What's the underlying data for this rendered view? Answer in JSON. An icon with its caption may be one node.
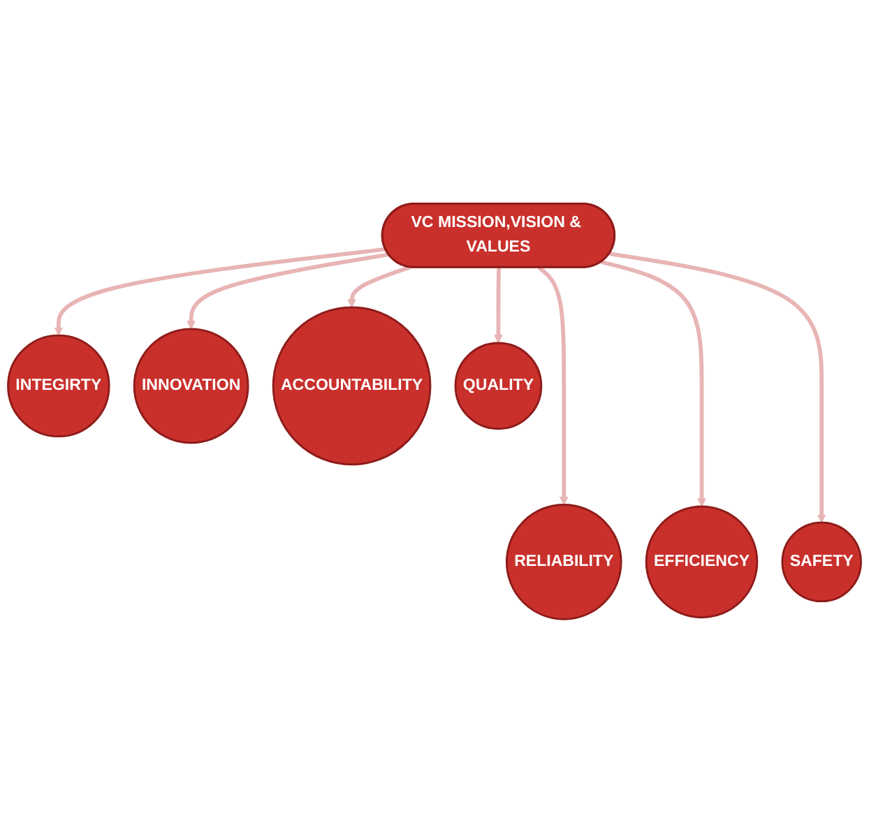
{
  "diagram": {
    "nodes": [
      {
        "text": [
          "INTEGIRTY"
        ]
      },
      {
        "text": [
          "INNOVATION"
        ]
      },
      {
        "text": [
          "ACCOUNTABILITY"
        ]
      },
      {
        "text": [
          "VC MISSION,VISION & VALUES"
        ]
      },
      {
        "text": [
          "SAFETY"
        ]
      },
      {
        "text": [
          "RELIABILITY"
        ]
      },
      {
        "text": [
          "QUALITY"
        ]
      },
      {
        "text": [
          "EFFICIENCY"
        ]
      }
    ],
    "edges": [
      {
        "from": 3,
        "to": 0,
        "arrow": "to"
      },
      {
        "from": 3,
        "to": 2,
        "arrow": "to"
      },
      {
        "from": 3,
        "to": 5,
        "arrow": "to"
      },
      {
        "from": 3,
        "to": 7,
        "arrow": "to"
      },
      {
        "from": 3,
        "to": 6,
        "arrow": "to"
      },
      {
        "from": 3,
        "to": 4,
        "arrow": "to"
      },
      {
        "from": 3,
        "to": 1,
        "arrow": "to"
      }
    ]
  }
}
